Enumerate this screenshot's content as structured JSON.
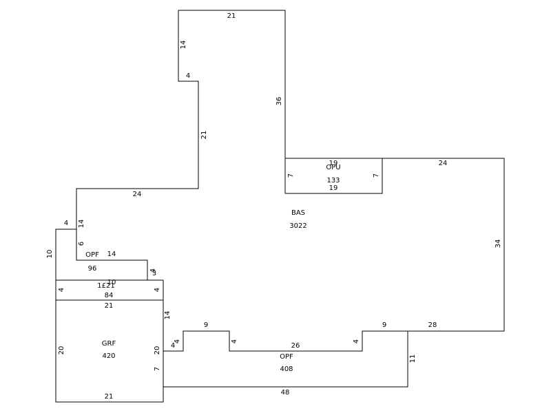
{
  "colors": {
    "line": "#000000",
    "background": "#ffffff"
  },
  "areas": {
    "bas": {
      "code": "BAS",
      "area": "3022"
    },
    "opu": {
      "code": "OPU",
      "area": "133"
    },
    "opf_left": {
      "code": "OPF",
      "area": "96"
    },
    "mid_strip": {
      "code": "1£21",
      "area": "84",
      "overlap": "10"
    },
    "grf": {
      "code": "GRF",
      "area": "420"
    },
    "opf_bottom": {
      "code": "OPF",
      "area": "408"
    }
  },
  "dims": {
    "top": "21",
    "top_left_side": "14",
    "notch": "4",
    "right_of_top": "36",
    "left_upper_side": "21",
    "ledge": "24",
    "bas_left_14": "14",
    "bas_left_6": "6",
    "far_left_4": "4",
    "far_left_10": "10",
    "opf_top": "14",
    "opf_right_4": "4",
    "opf_right_3": "3",
    "opu_top": "19",
    "opu_left": "7",
    "opu_right": "7",
    "opu_bottom": "19",
    "bas_right_top": "24",
    "bas_right": "34",
    "strip_left": "4",
    "strip_right": "4",
    "strip_bottom": "21",
    "grf_left": "20",
    "grf_right": "20",
    "grf_right_7": "7",
    "grf_bottom": "21",
    "step_14": "14",
    "step_4_a": "4",
    "step_4_b": "4",
    "bump_top": "9",
    "bump_right": "4",
    "opf_mid": "26",
    "step_4_c": "4",
    "right_bump_top": "9",
    "bottom_right_28": "28",
    "opf_right_11": "11",
    "opf_bottom_48": "48"
  }
}
